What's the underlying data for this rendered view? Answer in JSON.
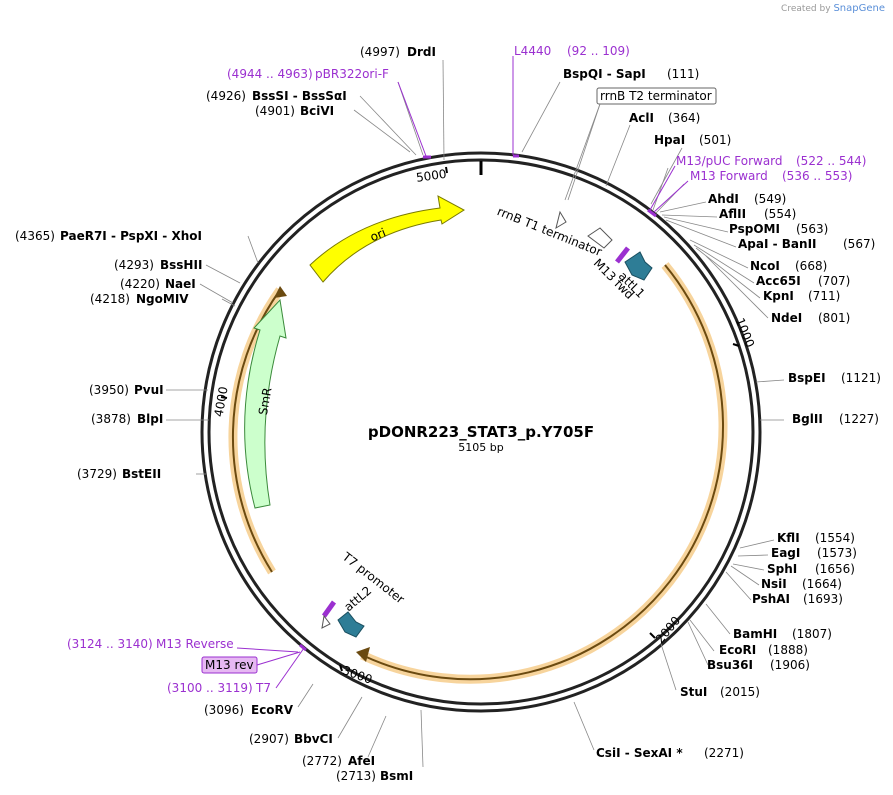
{
  "credit": {
    "prefix": "Created by",
    "brand": "SnapGene"
  },
  "plasmid": {
    "name": "pDONR223_STAT3_p.Y705F",
    "length": "5105 bp"
  },
  "ticks": [
    "1000",
    "2000",
    "3000",
    "4000",
    "5000"
  ],
  "features": {
    "ori": "ori",
    "smr": "SmR",
    "rrnb_t1": "rrnB T1 terminator",
    "attl1": "attL1",
    "m13fwd": "M13 fwd",
    "attl2": "attL2",
    "t7prom": "T7 promoter",
    "rrnb_t2_box": "rrnB T2 terminator",
    "m13rev_box": "M13 rev"
  },
  "sites": [
    {
      "name": "DrdI",
      "pos": "(4997)"
    },
    {
      "name": "BspQI  -  SapI",
      "pos": "(111)"
    },
    {
      "name": "AclI",
      "pos": "(364)"
    },
    {
      "name": "HpaI",
      "pos": "(501)"
    },
    {
      "name": "AhdI",
      "pos": "(549)"
    },
    {
      "name": "AflII",
      "pos": "(554)"
    },
    {
      "name": "PspOMI",
      "pos": "(563)"
    },
    {
      "name": "ApaI  -  BanII",
      "pos": "(567)"
    },
    {
      "name": "NcoI",
      "pos": "(668)"
    },
    {
      "name": "Acc65I",
      "pos": "(707)"
    },
    {
      "name": "KpnI",
      "pos": "(711)"
    },
    {
      "name": "NdeI",
      "pos": "(801)"
    },
    {
      "name": "BspEI",
      "pos": "(1121)"
    },
    {
      "name": "BglII",
      "pos": "(1227)"
    },
    {
      "name": "KflI",
      "pos": "(1554)"
    },
    {
      "name": "EagI",
      "pos": "(1573)"
    },
    {
      "name": "SphI",
      "pos": "(1656)"
    },
    {
      "name": "NsiI",
      "pos": "(1664)"
    },
    {
      "name": "PshAI",
      "pos": "(1693)"
    },
    {
      "name": "BamHI",
      "pos": "(1807)"
    },
    {
      "name": "EcoRI",
      "pos": "(1888)"
    },
    {
      "name": "Bsu36I",
      "pos": "(1906)"
    },
    {
      "name": "StuI",
      "pos": "(2015)"
    },
    {
      "name": "CsiI  -  SexAI *",
      "pos": "(2271)"
    },
    {
      "name": "BsmI",
      "pos": "(2713)"
    },
    {
      "name": "AfeI",
      "pos": "(2772)"
    },
    {
      "name": "BbvCI",
      "pos": "(2907)"
    },
    {
      "name": "EcoRV",
      "pos": "(3096)"
    },
    {
      "name": "BstEII",
      "pos": "(3729)"
    },
    {
      "name": "BlpI",
      "pos": "(3878)"
    },
    {
      "name": "PvuI",
      "pos": "(3950)"
    },
    {
      "name": "NgoMIV",
      "pos": "(4218)"
    },
    {
      "name": "NaeI",
      "pos": "(4220)"
    },
    {
      "name": "BssHII",
      "pos": "(4293)"
    },
    {
      "name": "PaeR7I  -  PspXI  -  XhoI",
      "pos": "(4365)"
    },
    {
      "name": "BciVI",
      "pos": "(4901)"
    },
    {
      "name": "BssSI  -  BssSαI",
      "pos": "(4926)"
    }
  ],
  "primers": [
    {
      "name": "L4440",
      "range": "(92 .. 109)"
    },
    {
      "name": "pBR322ori-F",
      "range": "(4944 .. 4963)"
    },
    {
      "name": "M13/pUC Forward",
      "range": "(522 .. 544)"
    },
    {
      "name": "M13 Forward",
      "range": "(536 .. 553)"
    },
    {
      "name": "M13 Reverse",
      "range": "(3124 .. 3140)"
    },
    {
      "name": "T7",
      "range": "(3100 .. 3119)"
    }
  ],
  "colors": {
    "ori": "#ffff00",
    "smr": "#ccffcc",
    "orf": "#ffd28a",
    "att": "#2e7d96",
    "primer": "#9b30d0",
    "backbone": "#222222"
  }
}
